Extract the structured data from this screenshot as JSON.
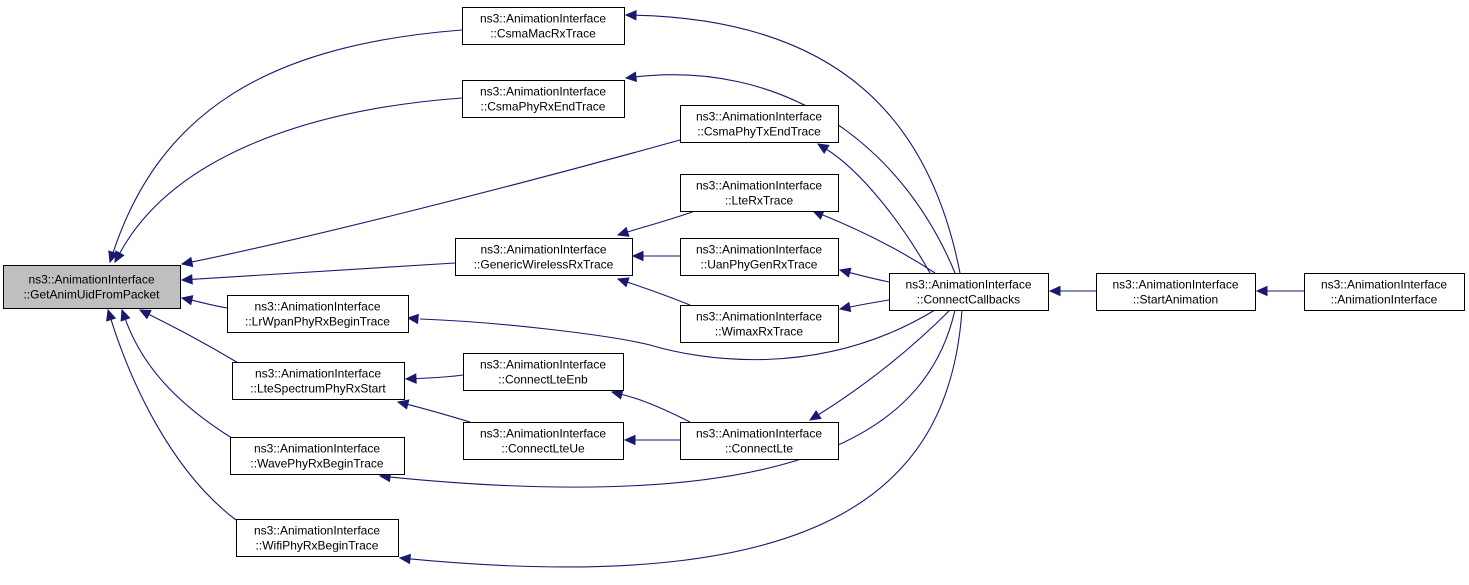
{
  "colors": {
    "edge": "#191970",
    "node_fill": "#ffffff",
    "root_fill": "#bfbfbf",
    "border": "#000000"
  },
  "nodes": [
    {
      "id": "getanimuid",
      "line1": "ns3::AnimationInterface",
      "line2": "::GetAnimUidFromPacket",
      "root": true
    },
    {
      "id": "csmamacrx",
      "line1": "ns3::AnimationInterface",
      "line2": "::CsmaMacRxTrace"
    },
    {
      "id": "csmaphyrxend",
      "line1": "ns3::AnimationInterface",
      "line2": "::CsmaPhyRxEndTrace"
    },
    {
      "id": "csmaphytxend",
      "line1": "ns3::AnimationInterface",
      "line2": "::CsmaPhyTxEndTrace"
    },
    {
      "id": "lterx",
      "line1": "ns3::AnimationInterface",
      "line2": "::LteRxTrace"
    },
    {
      "id": "genericwireless",
      "line1": "ns3::AnimationInterface",
      "line2": "::GenericWirelessRxTrace"
    },
    {
      "id": "uanphygen",
      "line1": "ns3::AnimationInterface",
      "line2": "::UanPhyGenRxTrace"
    },
    {
      "id": "wimaxrx",
      "line1": "ns3::AnimationInterface",
      "line2": "::WimaxRxTrace"
    },
    {
      "id": "lrwpan",
      "line1": "ns3::AnimationInterface",
      "line2": "::LrWpanPhyRxBeginTrace"
    },
    {
      "id": "ltespectrum",
      "line1": "ns3::AnimationInterface",
      "line2": "::LteSpectrumPhyRxStart"
    },
    {
      "id": "connectlteenb",
      "line1": "ns3::AnimationInterface",
      "line2": "::ConnectLteEnb"
    },
    {
      "id": "connectlteue",
      "line1": "ns3::AnimationInterface",
      "line2": "::ConnectLteUe"
    },
    {
      "id": "connectlte",
      "line1": "ns3::AnimationInterface",
      "line2": "::ConnectLte"
    },
    {
      "id": "wavephy",
      "line1": "ns3::AnimationInterface",
      "line2": "::WavePhyRxBeginTrace"
    },
    {
      "id": "wifiphy",
      "line1": "ns3::AnimationInterface",
      "line2": "::WifiPhyRxBeginTrace"
    },
    {
      "id": "connectcallbacks",
      "line1": "ns3::AnimationInterface",
      "line2": "::ConnectCallbacks"
    },
    {
      "id": "startanimation",
      "line1": "ns3::AnimationInterface",
      "line2": "::StartAnimation"
    },
    {
      "id": "animationinterface",
      "line1": "ns3::AnimationInterface",
      "line2": "::AnimationInterface"
    }
  ],
  "edges": [
    {
      "from": "csmamacrx",
      "to": "getanimuid"
    },
    {
      "from": "csmaphyrxend",
      "to": "getanimuid"
    },
    {
      "from": "csmaphytxend",
      "to": "getanimuid"
    },
    {
      "from": "genericwireless",
      "to": "getanimuid"
    },
    {
      "from": "lrwpan",
      "to": "getanimuid"
    },
    {
      "from": "ltespectrum",
      "to": "getanimuid"
    },
    {
      "from": "wavephy",
      "to": "getanimuid"
    },
    {
      "from": "wifiphy",
      "to": "getanimuid"
    },
    {
      "from": "lterx",
      "to": "genericwireless"
    },
    {
      "from": "uanphygen",
      "to": "genericwireless"
    },
    {
      "from": "wimaxrx",
      "to": "genericwireless"
    },
    {
      "from": "connectlteenb",
      "to": "ltespectrum"
    },
    {
      "from": "connectlteue",
      "to": "ltespectrum"
    },
    {
      "from": "connectlte",
      "to": "connectlteenb"
    },
    {
      "from": "connectlte",
      "to": "connectlteue"
    },
    {
      "from": "connectcallbacks",
      "to": "csmamacrx"
    },
    {
      "from": "connectcallbacks",
      "to": "csmaphyrxend"
    },
    {
      "from": "connectcallbacks",
      "to": "csmaphytxend"
    },
    {
      "from": "connectcallbacks",
      "to": "lterx"
    },
    {
      "from": "connectcallbacks",
      "to": "uanphygen"
    },
    {
      "from": "connectcallbacks",
      "to": "wimaxrx"
    },
    {
      "from": "connectcallbacks",
      "to": "lrwpan"
    },
    {
      "from": "connectcallbacks",
      "to": "connectlte"
    },
    {
      "from": "connectcallbacks",
      "to": "wavephy"
    },
    {
      "from": "connectcallbacks",
      "to": "wifiphy"
    },
    {
      "from": "startanimation",
      "to": "connectcallbacks"
    },
    {
      "from": "animationinterface",
      "to": "startanimation"
    }
  ]
}
